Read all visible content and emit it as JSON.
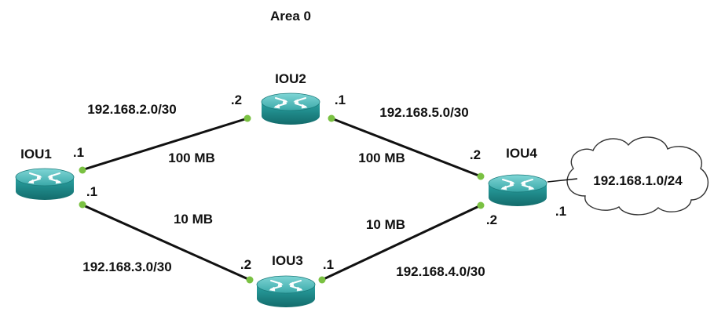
{
  "diagram": {
    "area_label": "Area 0",
    "routers": [
      {
        "id": "iou1",
        "name": "IOU1"
      },
      {
        "id": "iou2",
        "name": "IOU2"
      },
      {
        "id": "iou3",
        "name": "IOU3"
      },
      {
        "id": "iou4",
        "name": "IOU4"
      }
    ],
    "links": [
      {
        "id": "iou1-iou2",
        "subnet": "192.168.2.0/30",
        "bandwidth": "100 MB",
        "end_a": ".1",
        "end_b": ".2"
      },
      {
        "id": "iou2-iou4",
        "subnet": "192.168.5.0/30",
        "bandwidth": "100 MB",
        "end_a": ".1",
        "end_b": ".2"
      },
      {
        "id": "iou1-iou3",
        "subnet": "192.168.3.0/30",
        "bandwidth": "10 MB",
        "end_a": ".1",
        "end_b": ".2"
      },
      {
        "id": "iou3-iou4",
        "subnet": "192.168.4.0/30",
        "bandwidth": "10 MB",
        "end_a": ".1",
        "end_b": ".2"
      }
    ],
    "lan": {
      "subnet": "192.168.1.0/24",
      "host": ".1"
    },
    "colors": {
      "router_body": "#1d8a8a",
      "router_top": "#4fbfbf",
      "link": "#111111",
      "port": "#7ac142"
    }
  }
}
